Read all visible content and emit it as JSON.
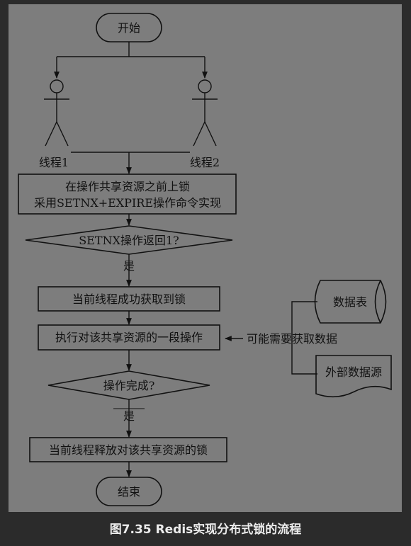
{
  "diagram": {
    "start": "开始",
    "end": "结束",
    "actor_1": "线程1",
    "actor_2": "线程2",
    "lock_step_line1": "在操作共享资源之前上锁",
    "lock_step_line2": "采用SETNX+EXPIRE操作命令实现",
    "decision_1": "SETNX操作返回1?",
    "yes_1": "是",
    "acquired": "当前线程成功获取到锁",
    "execute": "执行对该共享资源的一段操作",
    "fetch_note": "可能需要获取数据",
    "db_table": "数据表",
    "external_source": "外部数据源",
    "decision_2": "操作完成?",
    "yes_2": "是",
    "release": "当前线程释放对该共享资源的锁"
  },
  "caption": "图7.35 Redis实现分布式锁的流程",
  "colors": {
    "background": "#2b2b2b",
    "diagram_background": "#7d7d7d",
    "stroke": "#111111",
    "caption_text": "#ececec"
  }
}
